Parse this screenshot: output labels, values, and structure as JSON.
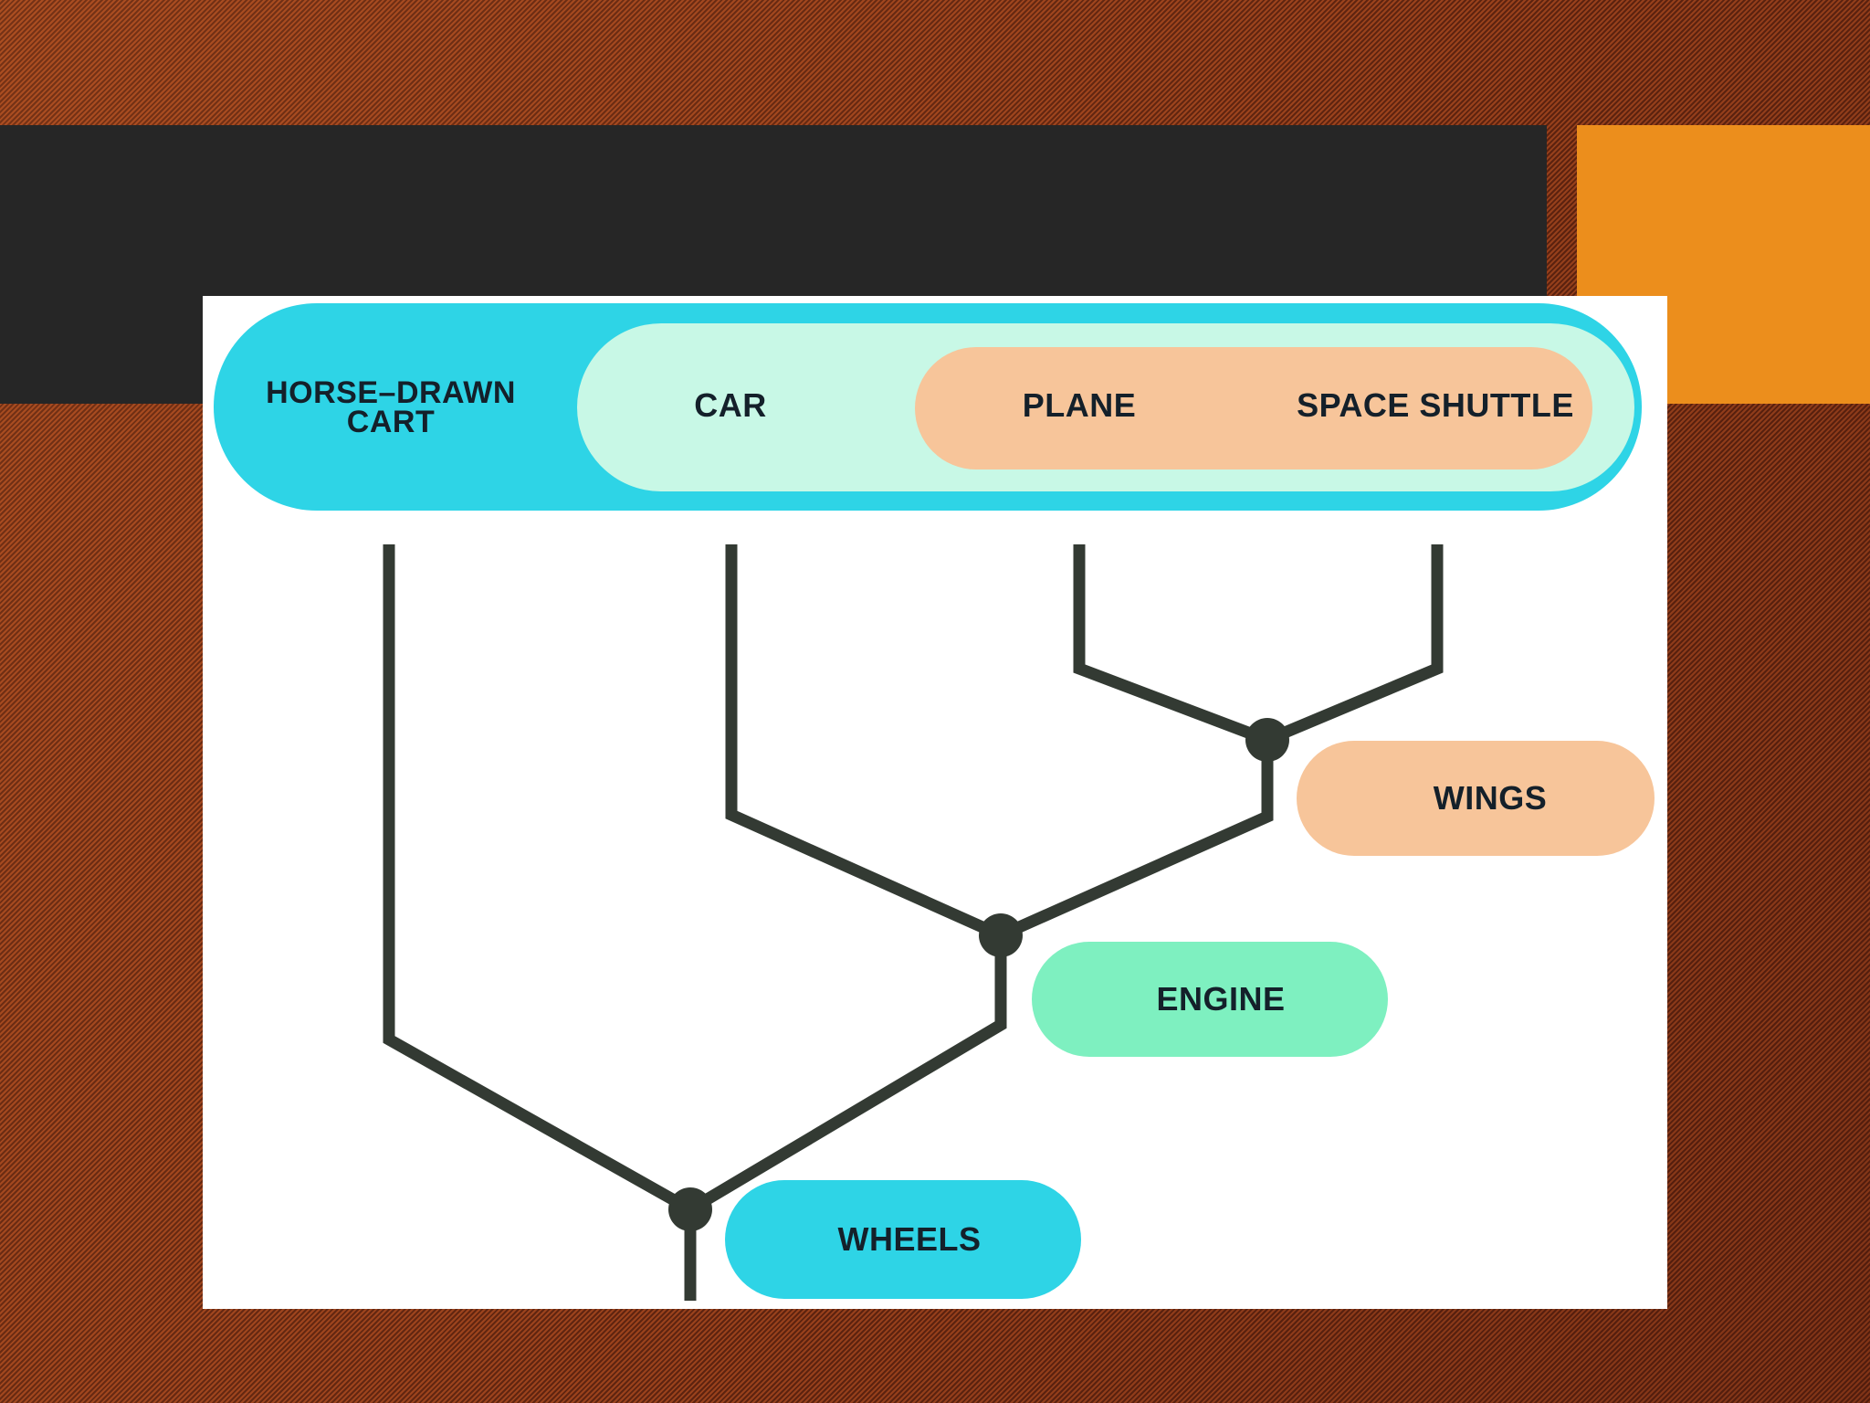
{
  "colors": {
    "background_stripe_light": "#a5481f",
    "background_stripe_dark": "#5e2410",
    "title_bar": "#262626",
    "accent_block": "#ec8e1c",
    "wheels_blue": "#2ed4e6",
    "engine_green": "#7ef0c0",
    "wings_peach": "#f7c59a",
    "mint_band": "#c8f8e6",
    "branch_line": "#333a33"
  },
  "diagram": {
    "leaves": {
      "horse_drawn_cart": "HORSE–DRAWN\nCART",
      "car": "CAR",
      "plane": "PLANE",
      "space_shuttle": "SPACE SHUTTLE"
    },
    "traits": {
      "wings": "WINGS",
      "engine": "ENGINE",
      "wheels": "WHEELS"
    }
  }
}
